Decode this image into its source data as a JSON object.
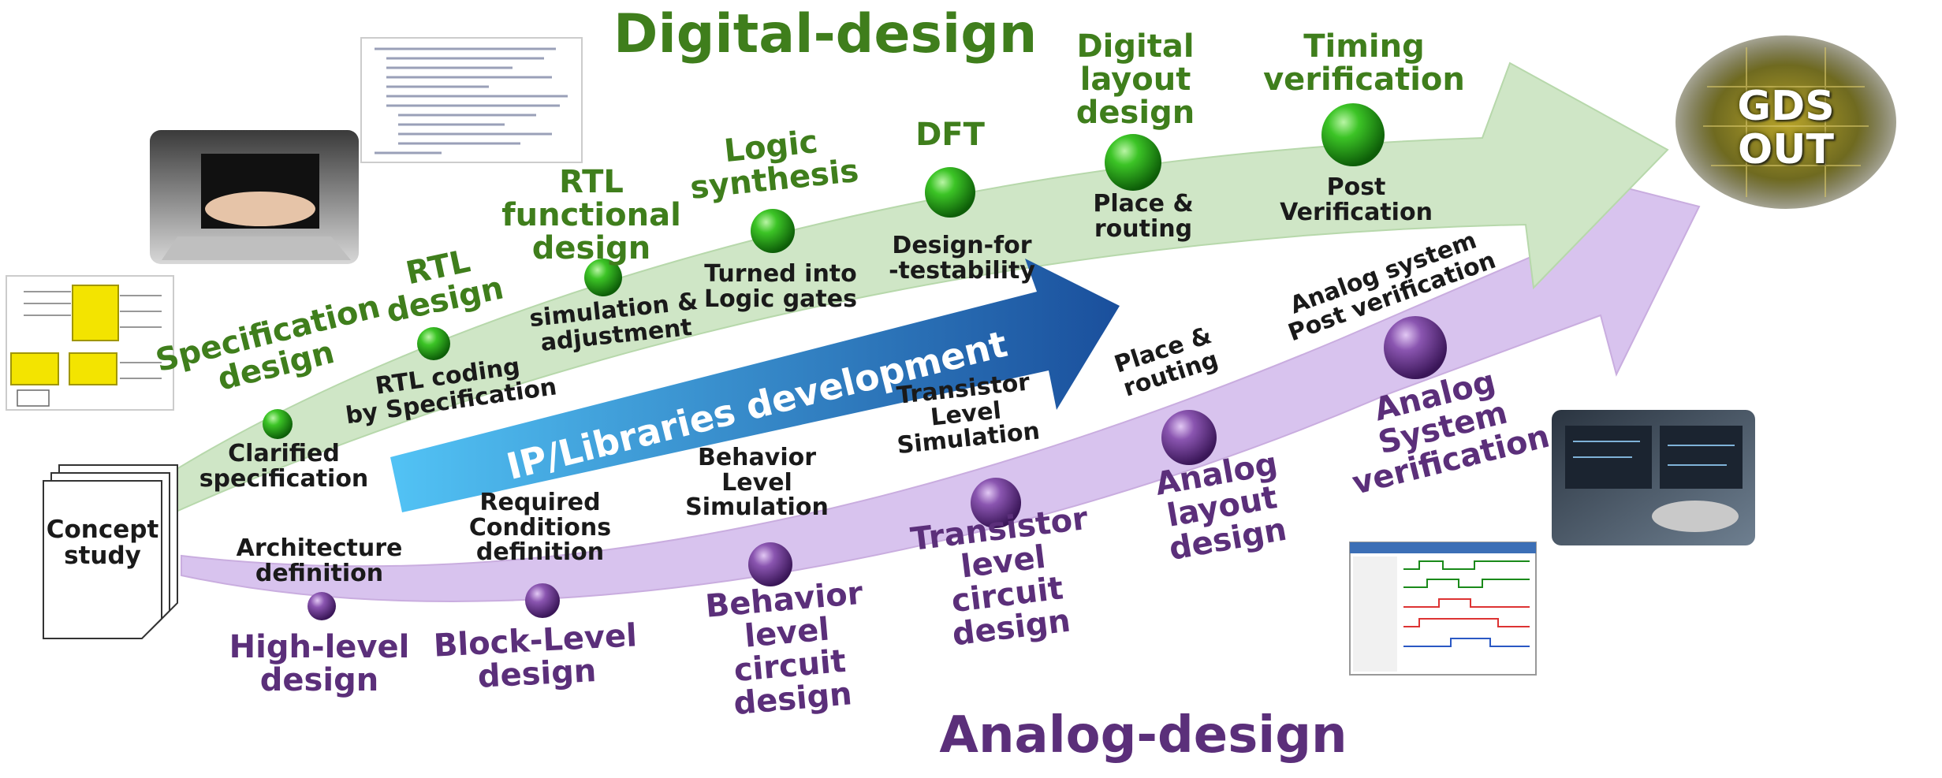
{
  "titles": {
    "digital": "Digital-design",
    "analog": "Analog-design",
    "ip": "IP/Libraries development",
    "gds": "GDS\nOUT"
  },
  "concept": "Concept\nstudy",
  "digital_steps": [
    {
      "title": "Specification\ndesign",
      "desc": "Clarified\nspecification"
    },
    {
      "title": "RTL\ndesign",
      "desc": "RTL coding\nby Specification"
    },
    {
      "title": "RTL\nfunctional\ndesign",
      "desc": "simulation &\nadjustment"
    },
    {
      "title": "Logic\nsynthesis",
      "desc": "Turned into\nLogic gates"
    },
    {
      "title": "DFT",
      "desc": "Design-for\n-testability"
    },
    {
      "title": "Digital\nlayout\ndesign",
      "desc": "Place &\nrouting"
    },
    {
      "title": "Timing\nverification",
      "desc": "Post\nVerification"
    }
  ],
  "analog_steps": [
    {
      "title": "High-level\ndesign",
      "desc": "Architecture\ndefinition"
    },
    {
      "title": "Block-Level\ndesign",
      "desc": "Required\nConditions\ndefinition"
    },
    {
      "title": "Behavior\nlevel\ncircuit\ndesign",
      "desc": "Behavior\nLevel\nSimulation"
    },
    {
      "title": "Transistor\nlevel\ncircuit\ndesign",
      "desc": "Transistor\nLevel\nSimulation"
    },
    {
      "title": "Analog\nlayout\ndesign",
      "desc": "Place &\nrouting"
    },
    {
      "title": "Analog\nSystem\nverification",
      "desc": "Analog system\nPost verification"
    }
  ],
  "colors": {
    "digital_arrow": "#c9e3c0",
    "analog_arrow": "#d9c4ef",
    "ip_arrow_start": "#43b4ef",
    "ip_arrow_end": "#1c5aa8",
    "green_dot": "#2aa81a",
    "purple_dot": "#6a3a8c",
    "green_text": "#3f7e1c",
    "purple_text": "#5b2f7a"
  },
  "icons": [
    "laptop-typing-photo",
    "code-editor-screenshot",
    "block-diagram-image",
    "chip-die-photo",
    "engineer-monitor-photo",
    "waveform-simulator-screenshot",
    "document-stack-icon"
  ]
}
